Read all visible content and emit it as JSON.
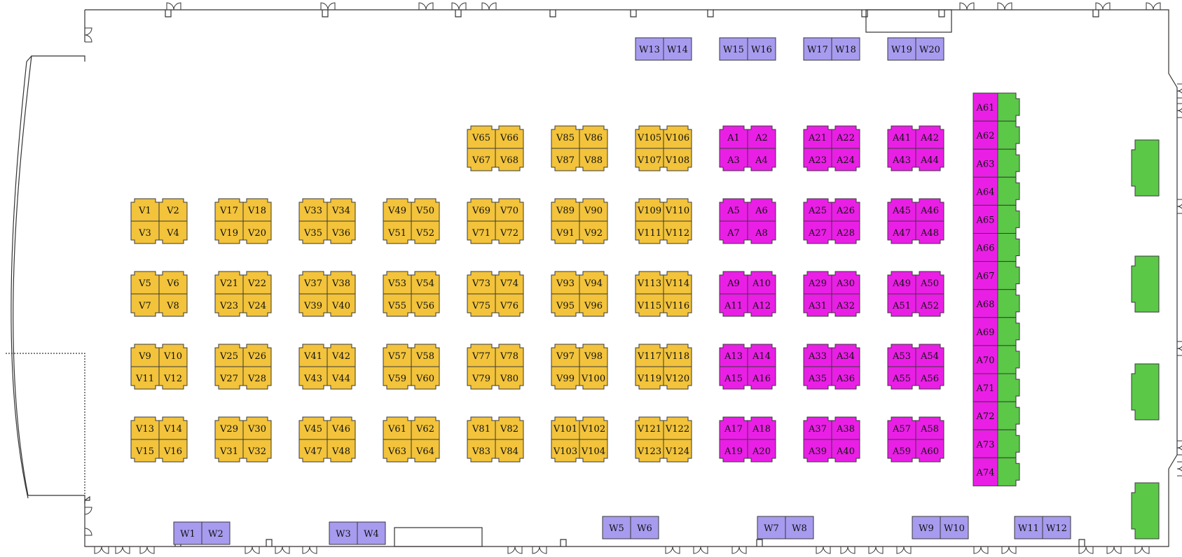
{
  "legend_colors": {
    "V": "#f2c33b",
    "A": "#ea1fe6",
    "W": "#a79bef",
    "green": "#5bc848",
    "stroke": "#3a3a3a"
  },
  "v_booths": [
    "V1",
    "V2",
    "V3",
    "V4",
    "V5",
    "V6",
    "V7",
    "V8",
    "V9",
    "V10",
    "V11",
    "V12",
    "V13",
    "V14",
    "V15",
    "V16",
    "V17",
    "V18",
    "V19",
    "V20",
    "V21",
    "V22",
    "V23",
    "V24",
    "V25",
    "V26",
    "V27",
    "V28",
    "V29",
    "V30",
    "V31",
    "V32",
    "V33",
    "V34",
    "V35",
    "V36",
    "V37",
    "V38",
    "V39",
    "V40",
    "V41",
    "V42",
    "V43",
    "V44",
    "V45",
    "V46",
    "V47",
    "V48",
    "V49",
    "V50",
    "V51",
    "V52",
    "V53",
    "V54",
    "V55",
    "V56",
    "V57",
    "V58",
    "V59",
    "V60",
    "V61",
    "V62",
    "V63",
    "V64",
    "V65",
    "V66",
    "V67",
    "V68",
    "V69",
    "V70",
    "V71",
    "V72",
    "V73",
    "V74",
    "V75",
    "V76",
    "V77",
    "V78",
    "V79",
    "V80",
    "V81",
    "V82",
    "V83",
    "V84",
    "V85",
    "V86",
    "V87",
    "V88",
    "V89",
    "V90",
    "V91",
    "V92",
    "V93",
    "V94",
    "V95",
    "V96",
    "V97",
    "V98",
    "V99",
    "V100",
    "V101",
    "V102",
    "V103",
    "V104",
    "V105",
    "V106",
    "V107",
    "V108",
    "V109",
    "V110",
    "V111",
    "V112",
    "V113",
    "V114",
    "V115",
    "V116",
    "V117",
    "V118",
    "V119",
    "V120",
    "V121",
    "V122",
    "V123",
    "V124"
  ],
  "a_booths": [
    "A1",
    "A2",
    "A3",
    "A4",
    "A5",
    "A6",
    "A7",
    "A8",
    "A9",
    "A10",
    "A11",
    "A12",
    "A13",
    "A14",
    "A15",
    "A16",
    "A17",
    "A18",
    "A19",
    "A20",
    "A21",
    "A22",
    "A23",
    "A24",
    "A25",
    "A26",
    "A27",
    "A28",
    "A29",
    "A30",
    "A31",
    "A32",
    "A33",
    "A34",
    "A35",
    "A36",
    "A37",
    "A38",
    "A39",
    "A40",
    "A41",
    "A42",
    "A43",
    "A44",
    "A45",
    "A46",
    "A47",
    "A48",
    "A49",
    "A50",
    "A51",
    "A52",
    "A53",
    "A54",
    "A55",
    "A56",
    "A57",
    "A58",
    "A59",
    "A60"
  ],
  "a_column": [
    "A61",
    "A62",
    "A63",
    "A64",
    "A65",
    "A66",
    "A67",
    "A68",
    "A69",
    "A70",
    "A71",
    "A72",
    "A73",
    "A74"
  ],
  "w_booths": [
    "W1",
    "W2",
    "W3",
    "W4",
    "W5",
    "W6",
    "W7",
    "W8",
    "W9",
    "W10",
    "W11",
    "W12",
    "W13",
    "W14",
    "W15",
    "W16",
    "W17",
    "W18",
    "W19",
    "W20"
  ]
}
